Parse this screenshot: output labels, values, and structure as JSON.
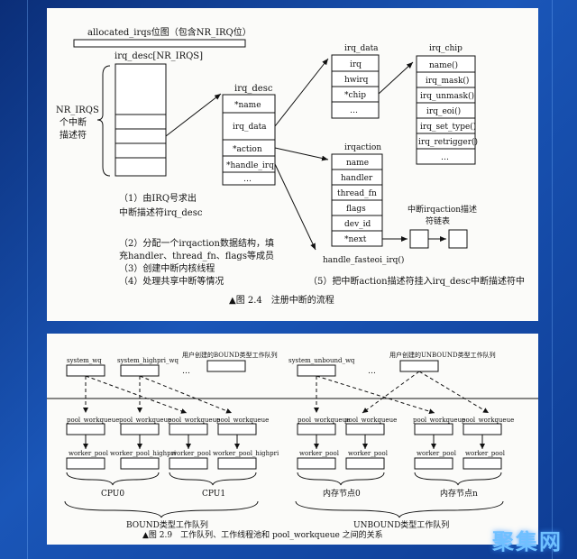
{
  "fig1": {
    "caption": "▲图 2.4　注册中断的流程",
    "bitmap_label": "allocated_irqs位图（包含NR_IRQ位）",
    "irq_desc_array_label": "irq_desc[NR_IRQS]",
    "nr_irqs_label": [
      "NR_IRQS",
      "个中断",
      "描述符"
    ],
    "irq_desc": {
      "title": "irq_desc",
      "fields": [
        "*name",
        "irq_data",
        "*action",
        "*handle_irq",
        "…"
      ]
    },
    "irq_data": {
      "title": "irq_data",
      "fields": [
        "irq",
        "hwirq",
        "*chip",
        "…"
      ]
    },
    "irq_chip": {
      "title": "irq_chip",
      "fields": [
        "name()",
        "irq_mask()",
        "irq_unmask()",
        "irq_eoi()",
        "irq_set_type()",
        "irq_retrigger()",
        "…"
      ]
    },
    "irqaction": {
      "title": "irqaction",
      "fields": [
        "name",
        "handler",
        "thread_fn",
        "flags",
        "dev_id",
        "*next"
      ]
    },
    "handle_label": "handle_fasteoi_irq()",
    "chain_label": [
      "中断irqaction描述",
      "符链表"
    ],
    "steps": [
      "（1）由IRQ号求出",
      "中断描述符irq_desc",
      "（2）分配一个irqaction数据结构，填",
      "充handler、thread_fn、flags等成员",
      "（3）创建中断内核线程",
      "（4）处理共享中断等情况"
    ],
    "step5": "（5）把中断action描述符挂入irq_desc中断描述符中"
  },
  "fig2": {
    "caption": "▲图 2.9　工作队列、工作线程池和 pool_workqueue 之间的关系",
    "queues": [
      "system_wq",
      "system_highpri_wq",
      "…",
      "用户创建的BOUND类型工作队列",
      "system_unbound_wq",
      "…",
      "用户创建的UNBOUND类型工作队列"
    ],
    "pool_workqueue": "pool_workqueue",
    "worker_pool": "worker_pool",
    "worker_pool_highpri": "worker_pool_highpri",
    "groups": [
      "CPU0",
      "CPU1",
      "内存节点0",
      "内存节点n"
    ],
    "bound_label": "BOUND类型工作队列",
    "unbound_label": "UNBOUND类型工作队列"
  },
  "watermark": "聚集网"
}
